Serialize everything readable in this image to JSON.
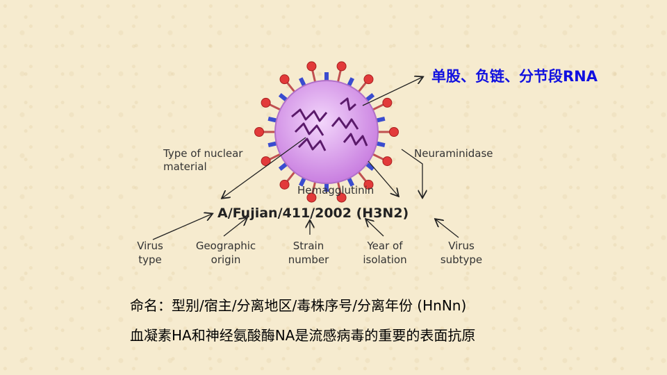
{
  "rna_label": "单股、负链、分节段RNA",
  "labels": {
    "nuclear_1": "Type of nuclear",
    "nuclear_2": "material",
    "neuraminidase": "Neuraminidase",
    "hemagglutinin": "Hemagglutinin",
    "strain_name": "A/Fujian/411/2002 (H3N2)",
    "virus_type_1": "Virus",
    "virus_type_2": "type",
    "geo_1": "Geographic",
    "geo_2": "origin",
    "strain_num_1": "Strain",
    "strain_num_2": "number",
    "year_1": "Year of",
    "year_2": "isolation",
    "subtype_1": "Virus",
    "subtype_2": "subtype"
  },
  "naming_line": "命名：型别/宿主/分离地区/毒株序号/分离年份 (HnNn)",
  "antigen_line": "血凝素HA和神经氨酸酶NA是流感病毒的重要的表面抗原",
  "colors": {
    "rna_text": "#1010e0",
    "virus_body": "#d9a0ee",
    "spike_red": "#e23a3a",
    "spike_blue": "#3a4ccf",
    "rna_strand": "#5a1a6a"
  }
}
